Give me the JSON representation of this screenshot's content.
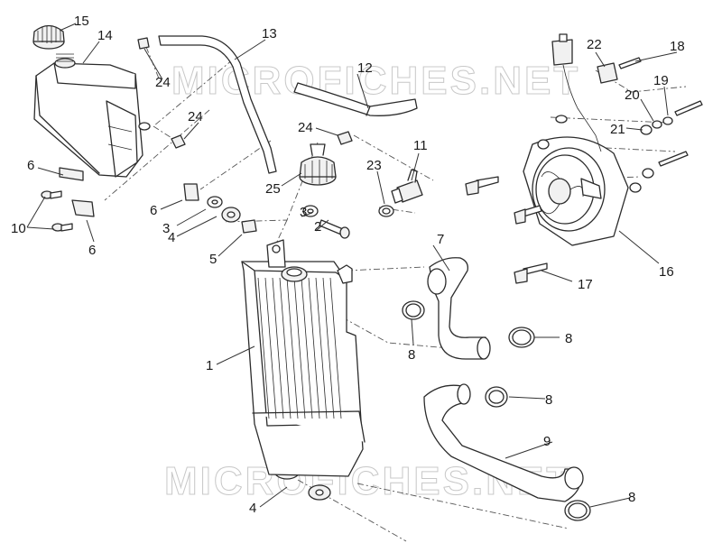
{
  "watermark": {
    "top": "MICROFICHES.NET",
    "bottom": "MICROFICHES.NET"
  },
  "callouts": {
    "c1": "1",
    "c2": "2",
    "c3a": "3",
    "c3b": "3",
    "c4a": "4",
    "c4b": "4",
    "c5": "5",
    "c6a": "6",
    "c6b": "6",
    "c6c": "6",
    "c7": "7",
    "c8a": "8",
    "c8b": "8",
    "c8c": "8",
    "c8d": "8",
    "c9": "9",
    "c10": "10",
    "c11": "11",
    "c12": "12",
    "c13": "13",
    "c14": "14",
    "c15": "15",
    "c16": "16",
    "c17": "17",
    "c18": "18",
    "c19": "19",
    "c20": "20",
    "c21": "21",
    "c22": "22",
    "c23": "23",
    "c24a": "24",
    "c24b": "24",
    "c24c": "24",
    "c25": "25"
  }
}
